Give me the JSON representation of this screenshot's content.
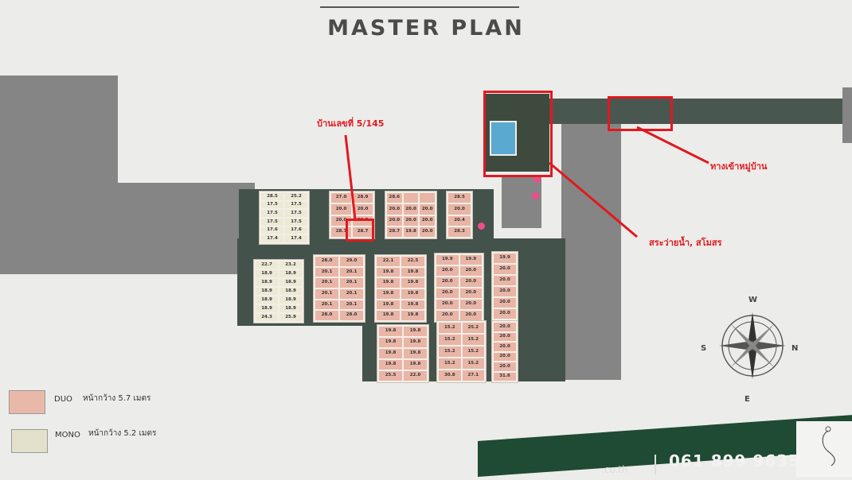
{
  "title": "MASTER PLAN",
  "annotations": {
    "house_number": "บ้านเลขที่   5/145",
    "entrance": "ทางเข้าหมู่บ้าน",
    "pool_club": "สระว่ายน้ำ,  สโมสร"
  },
  "legend": [
    {
      "type": "DUO",
      "desc": "หน้ากว้าง 5.7 เมตร",
      "color": "#e8b9a9"
    },
    {
      "type": "MONO",
      "desc": "หน้ากว้าง 5.2 เมตร",
      "color": "#e3e1cb"
    }
  ],
  "compass": {
    "n": "N",
    "s": "S",
    "e": "E",
    "w": "W"
  },
  "footer": {
    "website_partial": ".co.th",
    "phone": "061 899 9635"
  },
  "colors": {
    "highlight": "#e0191f",
    "road": "#858585",
    "site": "#43524b",
    "duo": "#e9b5a6",
    "mono": "#ece9d6"
  },
  "blocks": [
    {
      "name": "block-a",
      "type": "mono",
      "cols": 2,
      "values": [
        "28.5",
        "25.2",
        "17.5",
        "17.5",
        "17.5",
        "17.5",
        "17.5",
        "17.5",
        "17.6",
        "17.6",
        "17.4",
        "17.4"
      ]
    },
    {
      "name": "block-b",
      "type": "duo",
      "cols": 2,
      "values": [
        "27.0",
        "28.9",
        "20.0",
        "20.0",
        "20.0",
        "20.0",
        "28.7",
        "28.7"
      ]
    },
    {
      "name": "block-c",
      "type": "duo",
      "cols": 3,
      "values": [
        "28.6",
        "",
        "",
        "20.0",
        "20.0",
        "20.0",
        "20.0",
        "20.0",
        "20.0",
        "28.7",
        "19.8",
        "20.0"
      ]
    },
    {
      "name": "block-d",
      "type": "duo",
      "cols": 1,
      "values": [
        "28.5",
        "20.0",
        "20.4",
        "28.3"
      ]
    },
    {
      "name": "block-e",
      "type": "mono",
      "cols": 2,
      "values": [
        "22.7",
        "23.2",
        "18.9",
        "18.9",
        "18.9",
        "18.9",
        "18.9",
        "18.9",
        "18.9",
        "18.9",
        "18.9",
        "18.9",
        "24.3",
        "25.9"
      ]
    },
    {
      "name": "block-f",
      "type": "duo",
      "cols": 2,
      "values": [
        "28.0",
        "29.0",
        "20.1",
        "20.1",
        "20.1",
        "20.1",
        "20.1",
        "20.1",
        "20.1",
        "20.1",
        "28.0",
        "28.0"
      ]
    },
    {
      "name": "block-g",
      "type": "duo",
      "cols": 2,
      "values": [
        "22.1",
        "22.5",
        "19.8",
        "19.8",
        "19.8",
        "19.8",
        "19.8",
        "19.8",
        "19.8",
        "19.8",
        "19.8",
        "19.8"
      ]
    },
    {
      "name": "block-h",
      "type": "duo",
      "cols": 2,
      "values": [
        "19.8",
        "19.8",
        "19.8",
        "19.8",
        "19.8",
        "19.8",
        "19.8",
        "19.8",
        "25.5",
        "22.0"
      ]
    },
    {
      "name": "block-i",
      "type": "duo",
      "cols": 2,
      "values": [
        "19.9",
        "19.9",
        "20.0",
        "20.0",
        "20.0",
        "20.0",
        "20.0",
        "20.0",
        "20.0",
        "20.0",
        "20.0",
        "20.0"
      ]
    },
    {
      "name": "block-j",
      "type": "duo",
      "cols": 2,
      "values": [
        "15.2",
        "25.2",
        "15.2",
        "15.2",
        "15.2",
        "15.2",
        "15.2",
        "15.2",
        "30.8",
        "27.1"
      ]
    },
    {
      "name": "block-k",
      "type": "duo",
      "cols": 1,
      "values": [
        "19.9",
        "20.0",
        "20.0",
        "20.0",
        "20.0",
        "20.0"
      ]
    },
    {
      "name": "block-l",
      "type": "duo",
      "cols": 1,
      "values": [
        "20.0",
        "20.0",
        "20.0",
        "20.0",
        "20.0",
        "31.6"
      ]
    }
  ]
}
